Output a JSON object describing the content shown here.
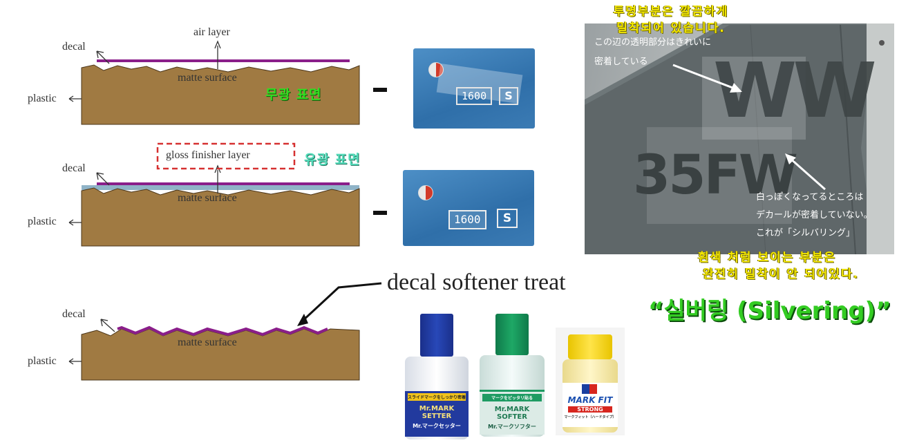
{
  "diagram1": {
    "decal": "decal",
    "air_layer": "air layer",
    "matte": "matte surface",
    "plastic": "plastic",
    "korean": "무광 표면",
    "marking_number": "1600",
    "marking_letter": "S"
  },
  "diagram2": {
    "decal": "decal",
    "gloss": "gloss finisher layer",
    "matte": "matte surface",
    "plastic": "plastic",
    "korean": "유광 표면",
    "marking_number": "1600",
    "marking_letter": "S"
  },
  "diagram3": {
    "decal": "decal",
    "matte": "matte surface",
    "plastic": "plastic",
    "softener": "decal softener treat"
  },
  "bottles": {
    "b1_label": "Mr.MARK SETTER",
    "b1_sub": "Mr.マークセッター",
    "b1_top": "スライドマークをしっかり密着",
    "b2_label": "Mr.MARK SOFTER",
    "b2_sub": "Mr.マークソフター",
    "b2_top": "マークをピッタリ貼る",
    "b3_label": "MARK FIT",
    "b3_sub": "STRONG",
    "b3_jp": "マークフィット（ハードタイプ）"
  },
  "photo": {
    "tail_big": "WW",
    "tail_small": "35FW",
    "jp_top_1": "この辺の透明部分はきれいに",
    "jp_top_2": "密着している",
    "jp_bottom_1": "白っぽくなってるところは",
    "jp_bottom_2": "デカールが密着していない。",
    "jp_bottom_3": "これが「シルバリング」"
  },
  "korean_notes": {
    "top_1": "투명부분은 깔끔하게",
    "top_2": "밀착되어 있습니다.",
    "bottom_1": "흰색 처럼 보이는 부분은",
    "bottom_2": "완전히 밀착이 안 되어있다.",
    "silvering": "“실버링 (Silvering)”"
  },
  "colors": {
    "plastic": "#a07a42",
    "decal": "#8a1e8a",
    "gloss": "#8fb3c7",
    "dashed_box": "#d63030"
  }
}
